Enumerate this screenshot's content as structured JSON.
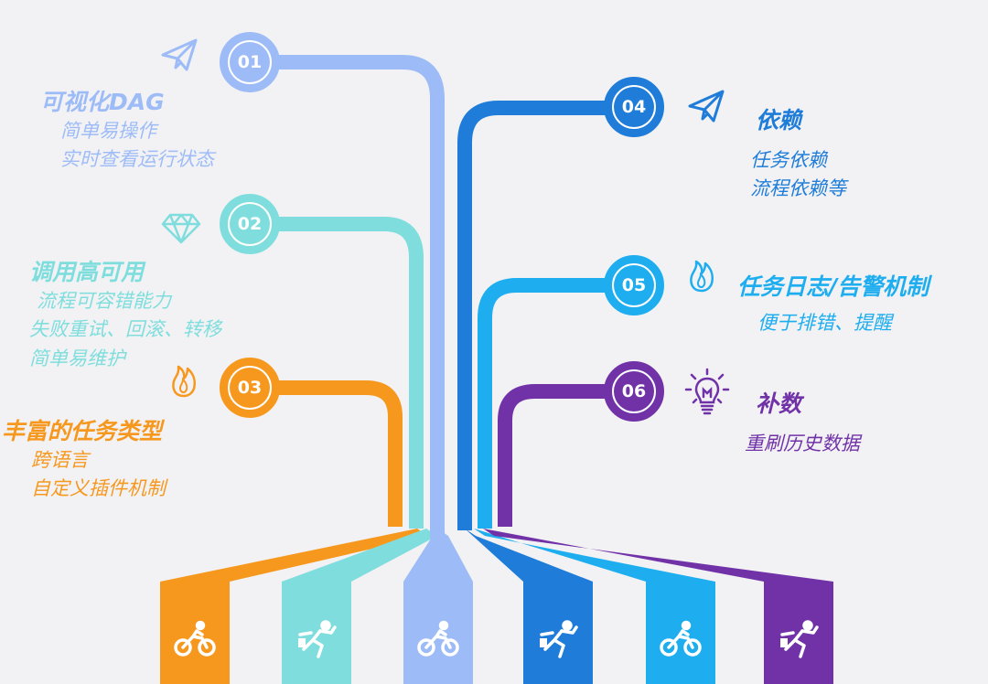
{
  "colors": {
    "c01": "#9dbcf7",
    "c02": "#7fdedd",
    "c03": "#f7981e",
    "c04": "#1f7dd9",
    "c05": "#1eaef0",
    "c06": "#7132a8"
  },
  "steps": [
    {
      "number": "01",
      "title": "可视化DAG",
      "lines": [
        "简单易操作",
        "实时查看运行状态"
      ],
      "icon": "paper-plane-icon"
    },
    {
      "number": "02",
      "title": "调用高可用",
      "lines": [
        "流程可容错能力",
        "失败重试、回滚、转移",
        "简单易维护"
      ],
      "icon": "diamond-icon"
    },
    {
      "number": "03",
      "title": "丰富的任务类型",
      "lines": [
        "跨语言",
        "自定义插件机制"
      ],
      "icon": "flame-icon"
    },
    {
      "number": "04",
      "title": "依赖",
      "lines": [
        "任务依赖",
        "流程依赖等"
      ],
      "icon": "paper-plane-icon"
    },
    {
      "number": "05",
      "title": "任务日志/告警机制",
      "lines": [
        "便于排错、提醒"
      ],
      "icon": "flame-icon"
    },
    {
      "number": "06",
      "title": "补数",
      "lines": [
        "重刷历史数据"
      ],
      "icon": "lightbulb-icon"
    }
  ],
  "bars": [
    {
      "color": "#f7981e",
      "icon": "cyclist-icon"
    },
    {
      "color": "#7fdedd",
      "icon": "runner-icon"
    },
    {
      "color": "#9dbcf7",
      "icon": "cyclist-icon"
    },
    {
      "color": "#1f7dd9",
      "icon": "runner-icon"
    },
    {
      "color": "#1eaef0",
      "icon": "cyclist-icon"
    },
    {
      "color": "#7132a8",
      "icon": "runner-icon"
    }
  ]
}
